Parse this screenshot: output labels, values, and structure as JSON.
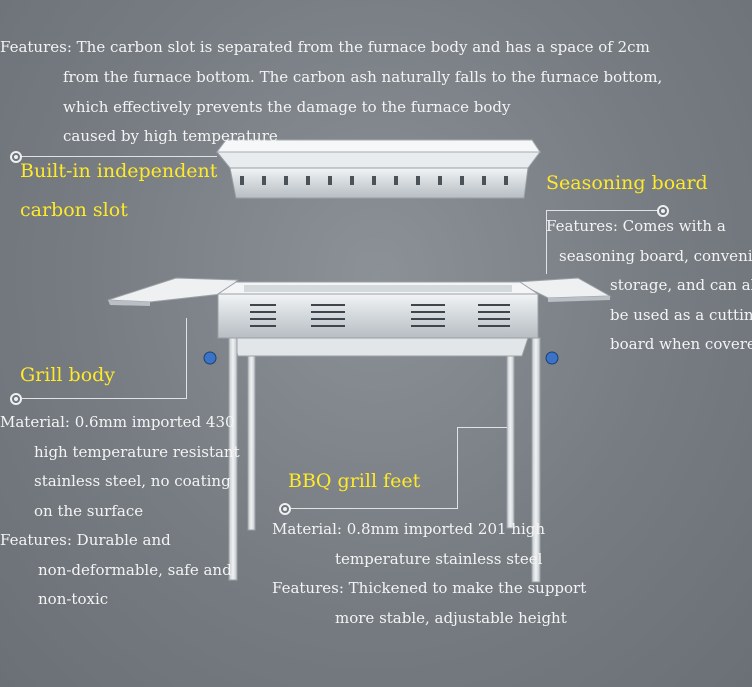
{
  "carbon_slot": {
    "features_lines": [
      "Features: The carbon slot is separated from the furnace body and has a space of 2cm",
      "from the furnace bottom. The carbon ash naturally falls to the furnace bottom,",
      "which effectively prevents the damage to the furnace body",
      "caused by high temperature"
    ],
    "title_line1": "Built-in independent",
    "title_line2": "carbon slot"
  },
  "seasoning_board": {
    "title": "Seasoning board",
    "lines": [
      "Features: Comes with a",
      "seasoning board, convenient",
      "storage, and can also",
      "be used as a cutting",
      "board when covered"
    ]
  },
  "grill_body": {
    "title": "Grill body",
    "lines": [
      "Material: 0.6mm imported 430",
      "high temperature resistant",
      "stainless steel, no coating",
      "on the surface",
      "Features: Durable and",
      "non-deformable, safe and",
      "non-toxic"
    ]
  },
  "grill_feet": {
    "title": "BBQ grill feet",
    "lines": [
      "Material: 0.8mm imported 201 high",
      "temperature stainless steel",
      "Features: Thickened to make the support",
      "more stable, adjustable height"
    ]
  },
  "colors": {
    "background": "#767c82",
    "heading": "#ffea2a",
    "body_text": "#f4f4f4",
    "steel": "#d9dde0"
  }
}
